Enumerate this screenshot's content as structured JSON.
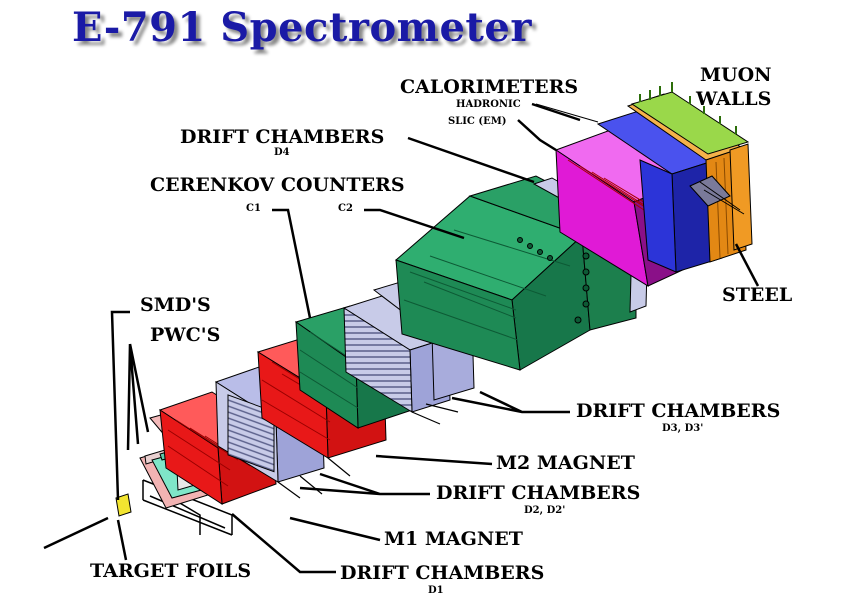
{
  "title": "E-791 Spectrometer",
  "labels": {
    "calorimeters": "CALORIMETERS",
    "hadronic": "HADRONIC",
    "slic": "SLIC (EM)",
    "muon": "MUON",
    "walls": "WALLS",
    "drift_d4": "DRIFT CHAMBERS",
    "d4": "D4",
    "cerenkov": "CERENKOV COUNTERS",
    "c1": "C1",
    "c2": "C2",
    "smds": "SMD'S",
    "pwcs": "PWC'S",
    "steel": "STEEL",
    "drift_d3": "DRIFT CHAMBERS",
    "d3": "D3, D3'",
    "m2": "M2 MAGNET",
    "drift_d2": "DRIFT CHAMBERS",
    "d2": "D2, D2'",
    "m1": "M1 MAGNET",
    "target": "TARGET FOILS",
    "drift_d1": "DRIFT CHAMBERS",
    "d1": "D1"
  },
  "colors": {
    "title": "#1a1aa6",
    "magnet_red": "#e81818",
    "green": "#1e8a55",
    "lavender": "#b9bde8",
    "pink_em": "#e01ad6",
    "blue_had": "#2c34d8",
    "steel_orange": "#f09a24",
    "muon_green": "#9ad84a",
    "target_yellow": "#f3e530",
    "smd_cyan": "#7fe6c8",
    "pwc_pink": "#f2b3b3"
  }
}
